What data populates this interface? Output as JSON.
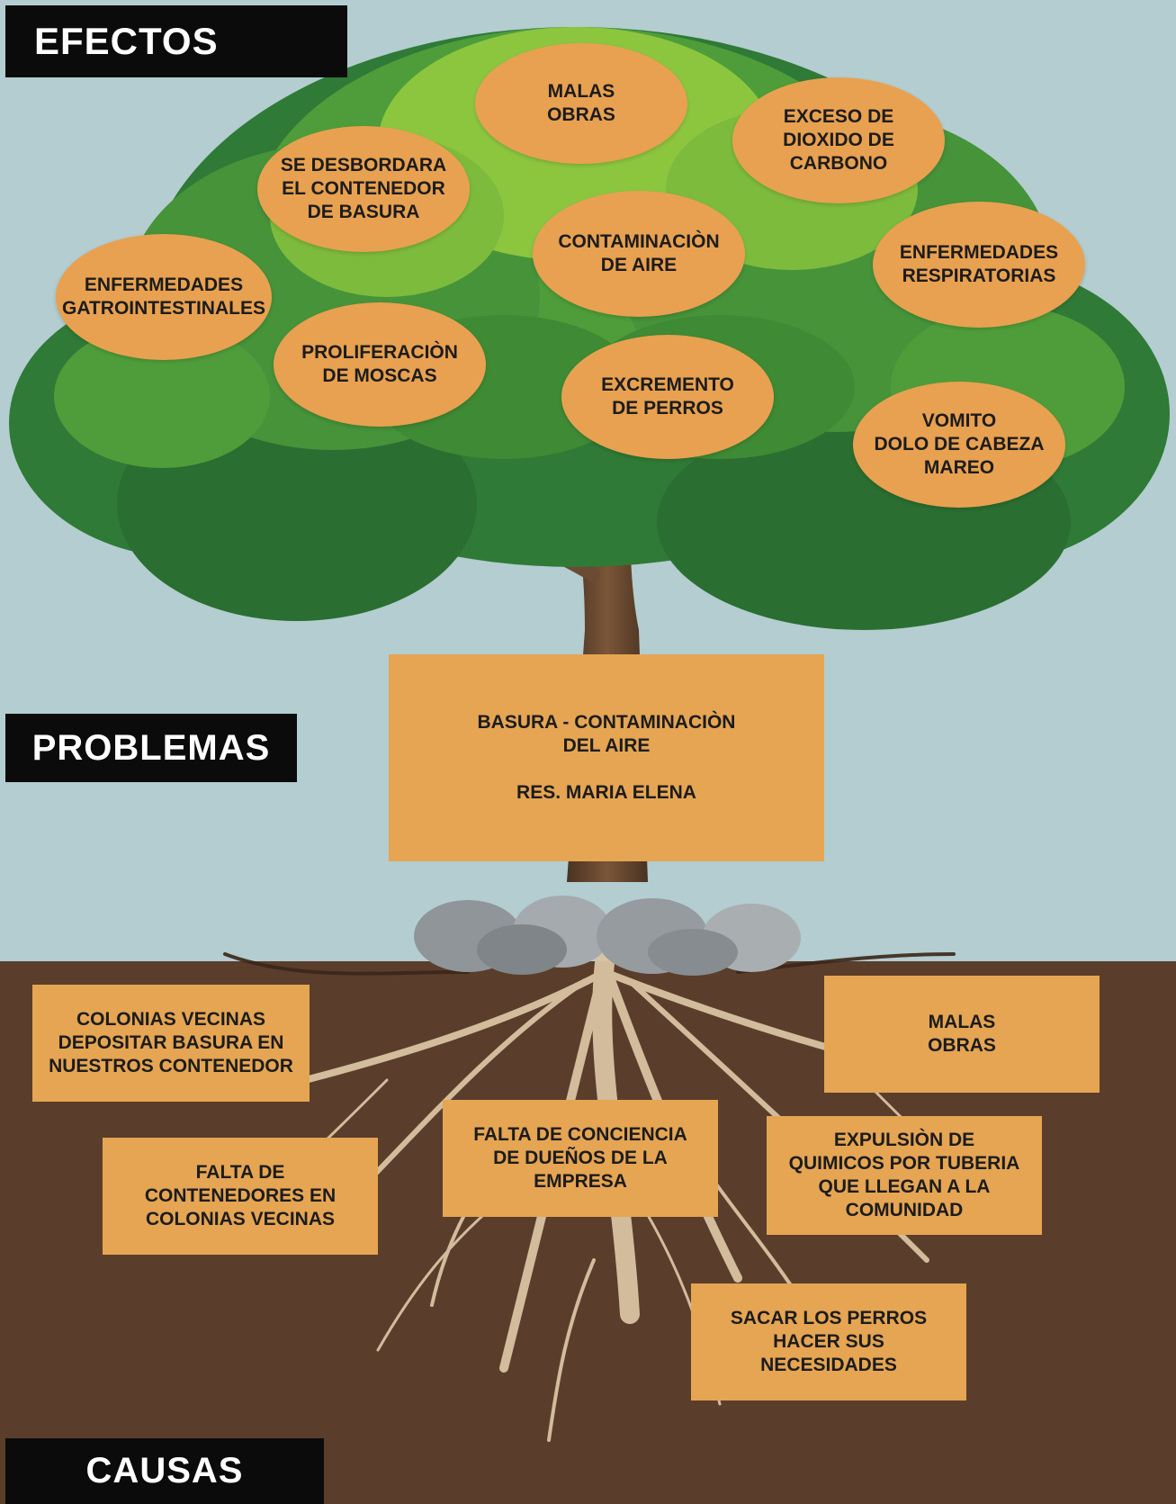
{
  "labels": {
    "efectos": "EFECTOS",
    "problemas": "PROBLEMAS",
    "causas": "CAUSAS"
  },
  "effects": [
    "MALAS\nOBRAS",
    "EXCESO DE\nDIOXIDO DE\nCARBONO",
    "SE DESBORDARA\nEL CONTENEDOR\nDE BASURA",
    "CONTAMINACIÒN\nDE AIRE",
    "ENFERMEDADES\nRESPIRATORIAS",
    "ENFERMEDADES\nGATROINTESTINALES",
    "PROLIFERACIÒN\nDE MOSCAS",
    "EXCREMENTO\nDE PERROS",
    "VOMITO\nDOLO DE CABEZA\nMAREO"
  ],
  "problem": {
    "title": "BASURA - CONTAMINACIÒN\nDEL AIRE",
    "subtitle": "RES. MARIA ELENA"
  },
  "causes": [
    "COLONIAS VECINAS\nDEPOSITAR BASURA EN\nNUESTROS CONTENEDOR",
    "MALAS\nOBRAS",
    "FALTA DE\nCONTENEDORES EN\nCOLONIAS VECINAS",
    "FALTA DE CONCIENCIA\nDE DUEÑOS DE LA\nEMPRESA",
    "EXPULSIÒN DE\nQUIMICOS POR TUBERIA\nQUE LLEGAN A LA\nCOMUNIDAD",
    "SACAR LOS PERROS\nHACER SUS\nNECESIDADES"
  ],
  "colors": {
    "sky": "#b3cdd0",
    "soil": "#5a3e2b",
    "foliage_dark": "#2f7a36",
    "foliage_mid": "#4f9d3a",
    "foliage_light": "#8cc63f",
    "trunk": "#6b4b32",
    "label_bg": "#0b0b0b",
    "card": "#e5a553",
    "root": "#d9c3a3",
    "stone": "#9aa0a3"
  }
}
